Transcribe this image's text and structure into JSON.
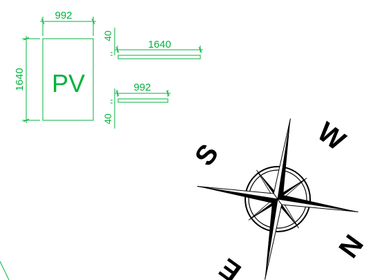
{
  "drawing": {
    "front_view": {
      "width_label": "992",
      "height_label": "1640",
      "panel_label": "PV"
    },
    "side_long": {
      "thickness_label": "40",
      "length_label": "1640"
    },
    "side_short": {
      "thickness_label": "40",
      "length_label": "992"
    }
  },
  "compass": {
    "labels": [
      "S",
      "W",
      "N",
      "E"
    ]
  },
  "colors": {
    "dimension": "#00b33c",
    "compass": "#000000"
  }
}
